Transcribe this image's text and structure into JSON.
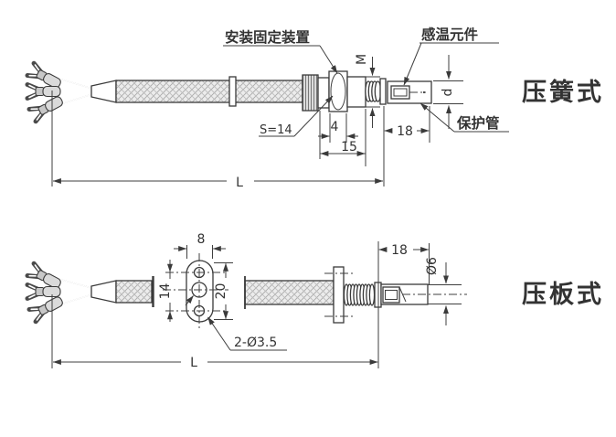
{
  "colors": {
    "line": "#3a3a3a",
    "braid_fill": "#ececec",
    "braid_hatch": "#aaaaaa",
    "sleeve_fill": "#d5d5d5"
  },
  "top_diagram": {
    "type_label": "压簧式",
    "callouts": {
      "mounting_fixture": "安装固定装置",
      "sensing_element": "感温元件",
      "protection_tube": "保护管"
    },
    "dims": {
      "wrench_size": "S=14",
      "thread_size": "M",
      "tip_diameter": "d",
      "nut_width": "4",
      "fitting_length": "15",
      "tip_length": "18",
      "total_length": "L"
    }
  },
  "bottom_diagram": {
    "type_label": "压板式",
    "dims": {
      "plate_width": "8",
      "hole_spacing": "14",
      "plate_height": "20",
      "mount_holes": "2-Ø3.5",
      "tip_length": "18",
      "tip_diameter": "Ø6",
      "total_length": "L"
    }
  }
}
